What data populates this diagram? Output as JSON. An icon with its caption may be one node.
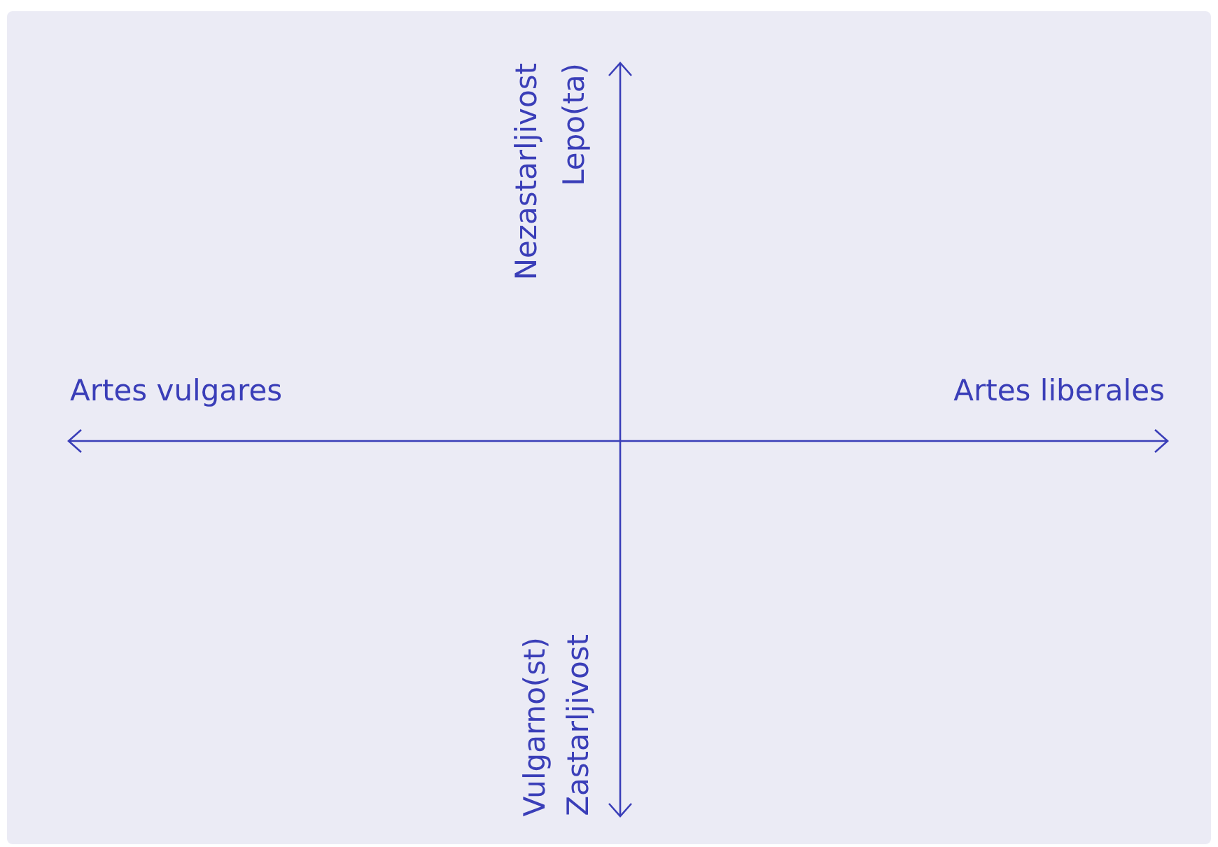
{
  "diagram": {
    "labels": [
      "Nezastarljivost",
      "Lepo(ta)",
      "Artes vulgares",
      "Artes liberales",
      "Vulgarno(st)",
      "Zastarljivost"
    ]
  }
}
